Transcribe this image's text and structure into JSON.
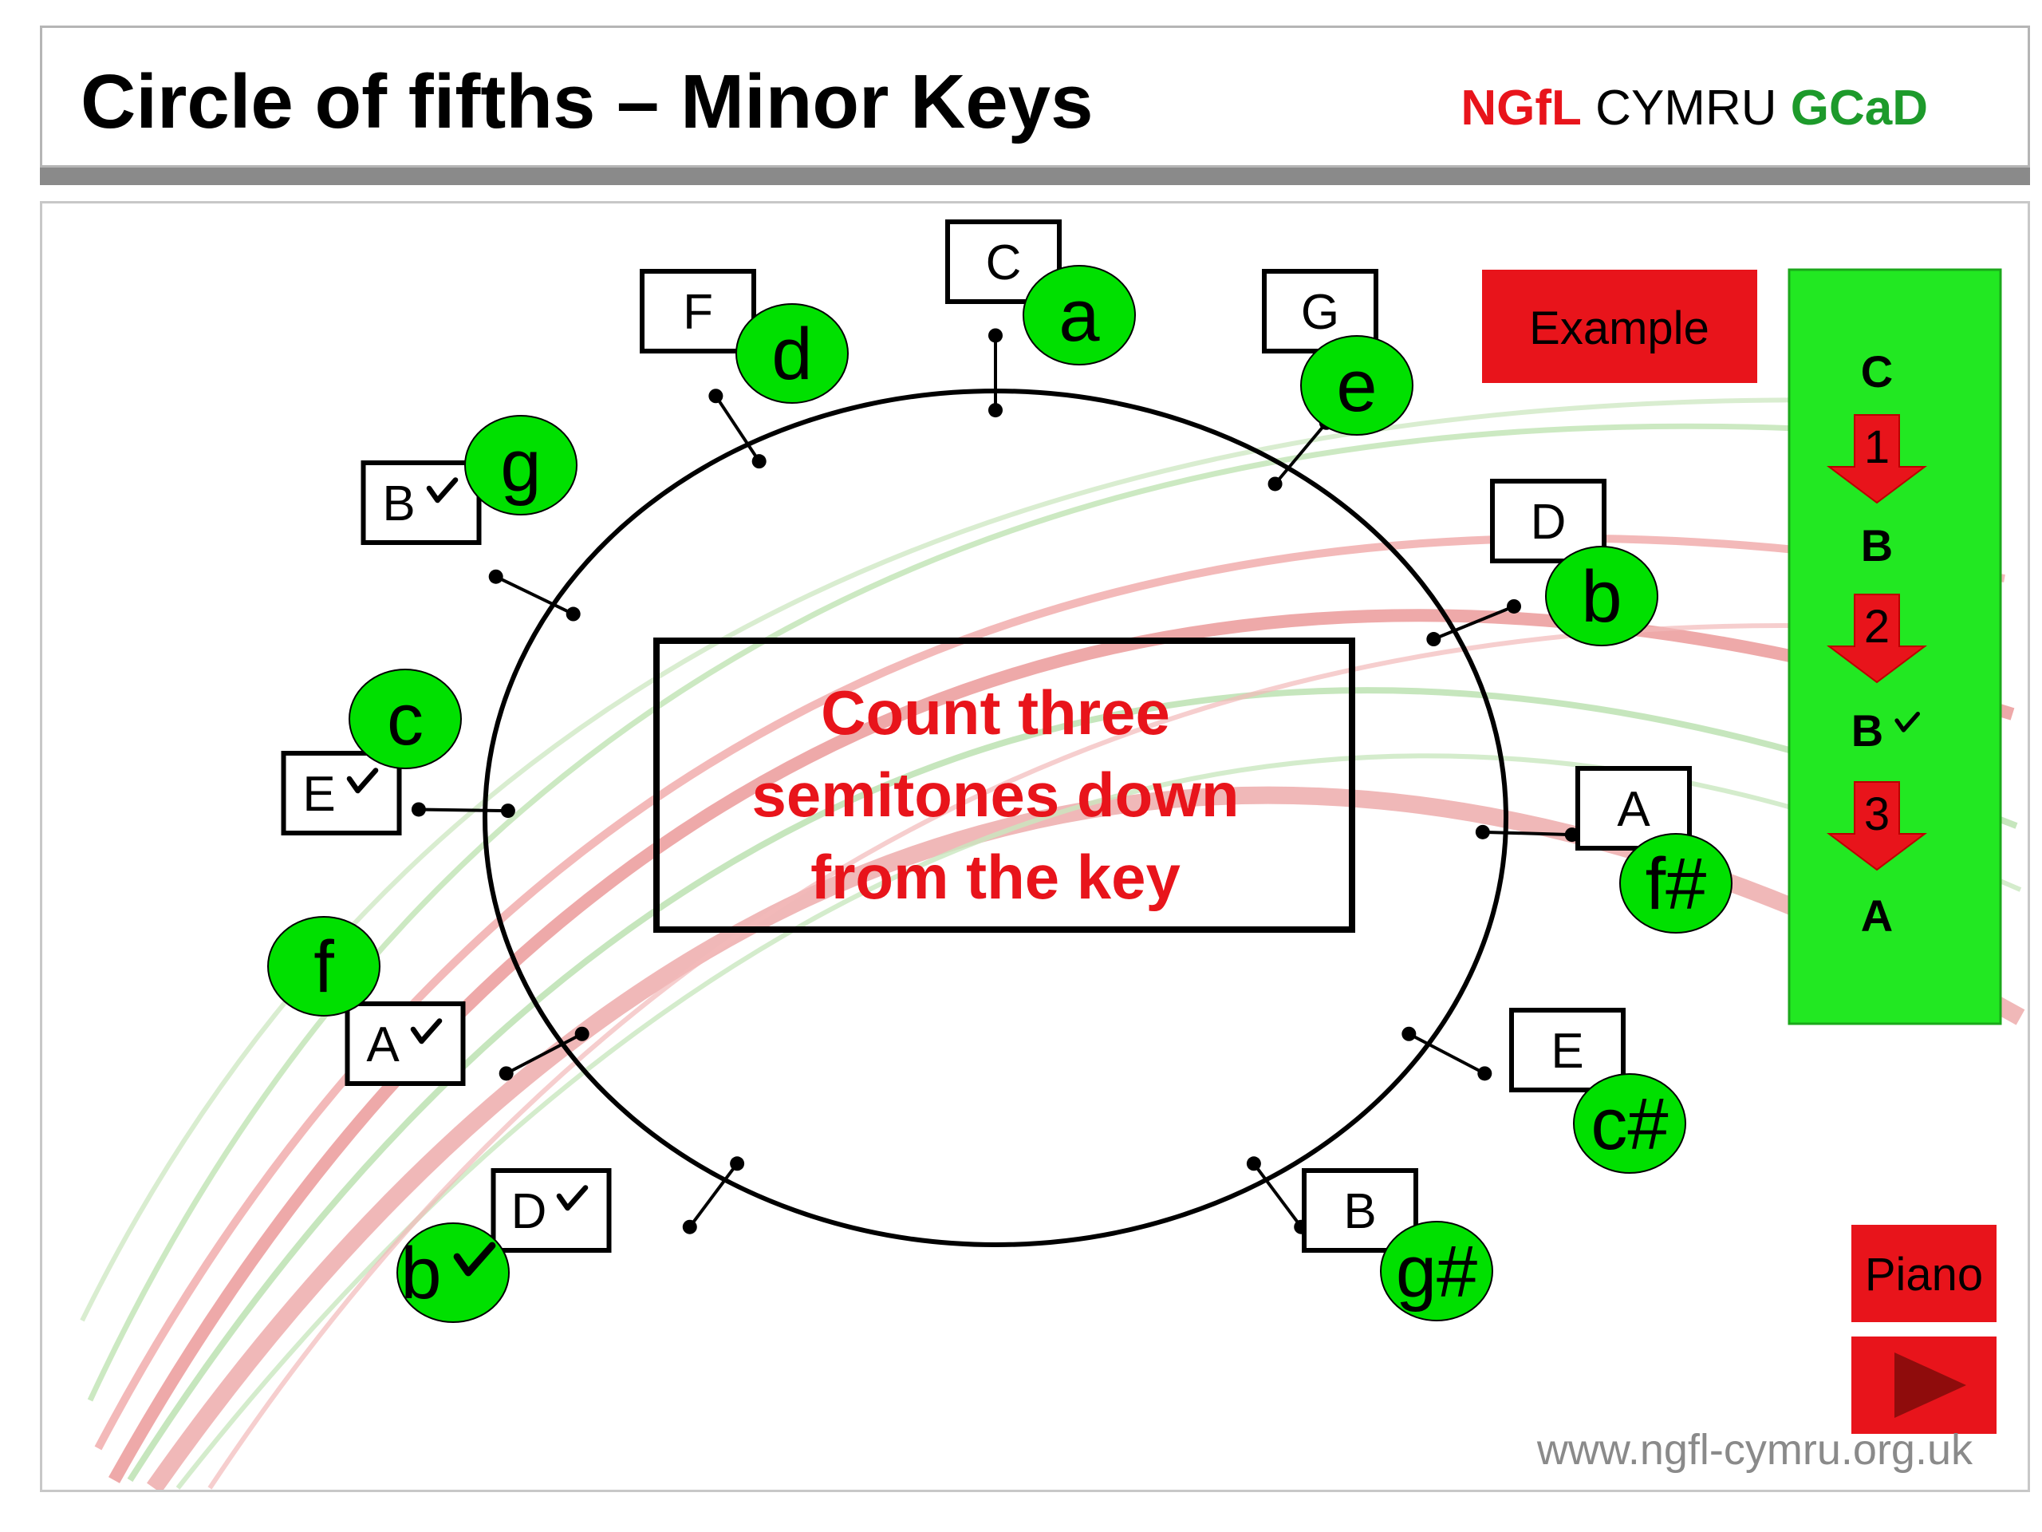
{
  "header": {
    "title": "Circle of fifths – Minor Keys",
    "brand_ngfl": "NGfL",
    "brand_cymru": "CYMRU",
    "brand_gcad": "GCaD"
  },
  "center_box": {
    "lines": [
      "Count three",
      "semitones down",
      "from the key"
    ]
  },
  "keys": [
    {
      "major": "C",
      "flat": false,
      "minor": "a",
      "minor_flat": false
    },
    {
      "major": "G",
      "flat": false,
      "minor": "e",
      "minor_flat": false
    },
    {
      "major": "D",
      "flat": false,
      "minor": "b",
      "minor_flat": false
    },
    {
      "major": "A",
      "flat": false,
      "minor": "f#",
      "minor_flat": false
    },
    {
      "major": "E",
      "flat": false,
      "minor": "c#",
      "minor_flat": false
    },
    {
      "major": "B",
      "flat": false,
      "minor": "g#",
      "minor_flat": false
    },
    {
      "major": "D",
      "flat": true,
      "minor": "b",
      "minor_flat": true
    },
    {
      "major": "A",
      "flat": true,
      "minor": "f",
      "minor_flat": false
    },
    {
      "major": "E",
      "flat": true,
      "minor": "c",
      "minor_flat": false
    },
    {
      "major": "B",
      "flat": true,
      "minor": "g",
      "minor_flat": false
    },
    {
      "major": "F",
      "flat": false,
      "minor": "d",
      "minor_flat": false
    }
  ],
  "example_button": {
    "label": "Example"
  },
  "side_panel": {
    "steps": [
      {
        "note": "C",
        "flat": false
      },
      {
        "note": "B",
        "flat": false
      },
      {
        "note": "B",
        "flat": true
      },
      {
        "note": "A",
        "flat": false
      }
    ],
    "arrows": [
      "1",
      "2",
      "3"
    ]
  },
  "piano_button": {
    "label": "Piano"
  },
  "play_button": {
    "icon": "play-icon"
  },
  "footer": {
    "url": "www.ngfl-cymru.org.uk"
  },
  "colors": {
    "red": "#e8141b",
    "green": "#00e000",
    "panel_green": "#22e822",
    "brand_green": "#1d9a2b"
  }
}
